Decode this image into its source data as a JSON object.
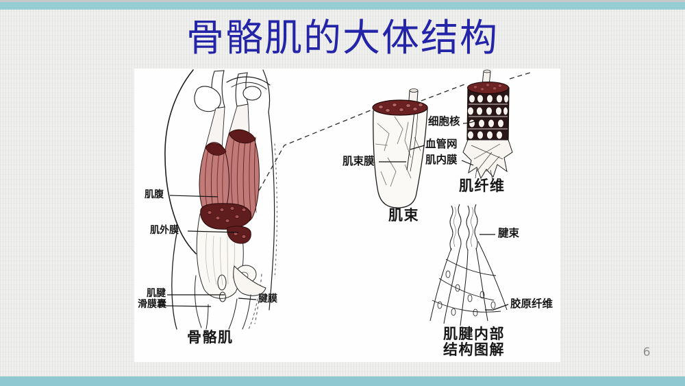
{
  "slide": {
    "title": "骨骼肌的大体结构",
    "page_number": "6"
  },
  "colors": {
    "accent_bar_teal": "#95cdd3",
    "title_blue": "#2424a8",
    "muscle_red": "#c17b79",
    "muscle_cut_maroon": "#5f1b1b"
  },
  "diagram": {
    "arm": {
      "caption": "骨骼肌",
      "labels": {
        "muscle_belly": "肌腹",
        "epimysium": "肌外膜",
        "tendon": "肌腱",
        "synovial_bursa": "滑膜囊",
        "aponeurosis": "腱膜"
      }
    },
    "fascicle": {
      "caption": "肌束",
      "labels": {
        "perimysium": "肌束膜",
        "nucleus": "细胞核",
        "vessel_network": "血管网",
        "endomysium": "肌内膜"
      }
    },
    "fiber": {
      "caption": "肌纤维"
    },
    "tendon_detail": {
      "caption_line1": "肌腱内部",
      "caption_line2": "结构图解",
      "labels": {
        "tendon_bundle": "腱束",
        "collagen_fiber": "胶原纤维"
      }
    }
  }
}
